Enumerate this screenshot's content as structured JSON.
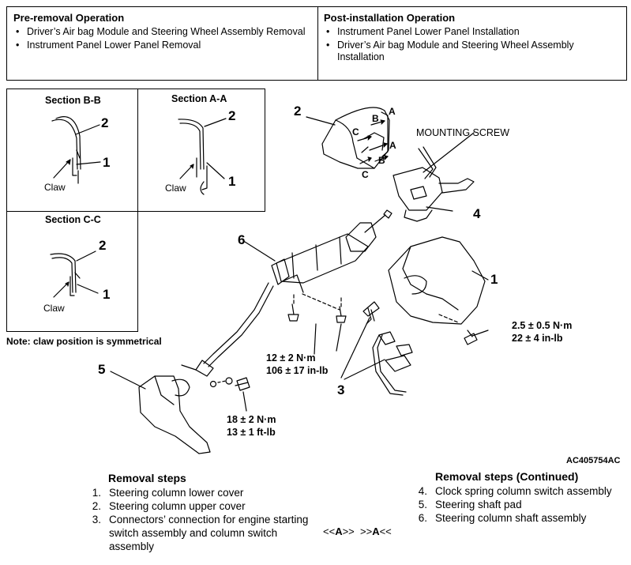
{
  "operations": {
    "pre": {
      "title": "Pre-removal Operation",
      "items": [
        "Driver’s Air bag Module and Steering Wheel Assembly Removal",
        "Instrument Panel Lower Panel Removal"
      ]
    },
    "post": {
      "title": "Post-installation Operation",
      "items": [
        "Instrument Panel Lower Panel Installation",
        "Driver’s Air bag Module and Steering Wheel Assembly Installation"
      ]
    }
  },
  "sections": {
    "bb": {
      "title": "Section B-B",
      "num_top": "2",
      "num_bottom": "1",
      "claw": "Claw"
    },
    "aa": {
      "title": "Section A-A",
      "num_top": "2",
      "num_bottom": "1",
      "claw": "Claw"
    },
    "cc": {
      "title": "Section C-C",
      "num_top": "2",
      "num_bottom": "1",
      "claw": "Claw"
    }
  },
  "note": "Note: claw position is symmetrical",
  "diagram": {
    "mounting_screw": "MOUNTING SCREW",
    "callouts": [
      "1",
      "2",
      "3",
      "4",
      "5",
      "6"
    ],
    "section_marks": {
      "a": "A",
      "b": "B",
      "c": "C"
    },
    "torque_1": {
      "line1": "2.5 ± 0.5 N·m",
      "line2": "22 ± 4 in-lb"
    },
    "torque_2": {
      "line1": "12 ± 2 N·m",
      "line2": "106 ± 17 in-lb"
    },
    "torque_3": {
      "line1": "18 ± 2 N·m",
      "line2": "13 ± 1 ft-lb"
    },
    "figure_code": "AC405754AC"
  },
  "removal_steps": {
    "title": "Removal steps",
    "items": [
      {
        "n": "1.",
        "text": "Steering column lower cover"
      },
      {
        "n": "2.",
        "text": "Steering column upper cover"
      },
      {
        "n": "3.",
        "text": "Connectors’ connection for engine starting switch assembly and column switch assembly"
      }
    ]
  },
  "removal_steps_cont": {
    "title": "Removal steps (Continued)",
    "items": [
      {
        "n": "4.",
        "text": "Clock spring column switch assembly"
      },
      {
        "n": "5.",
        "text": "Steering shaft pad"
      },
      {
        "n": "6.",
        "text": "Steering column shaft assembly"
      }
    ],
    "marks": {
      "left_pre": "<<",
      "left_letter": "A",
      "left_post": ">>",
      "right_pre": ">>",
      "right_letter": "A",
      "right_post": "<<"
    }
  }
}
